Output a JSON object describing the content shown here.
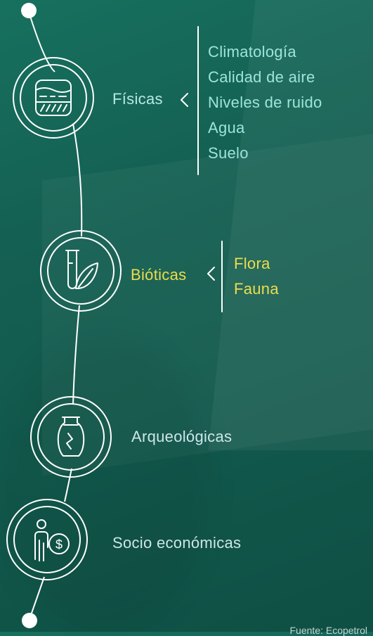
{
  "colors": {
    "line": "#ffffff",
    "label_default": "#b7e9e4",
    "sublist_default": "#9fe3dc",
    "highlight": "#ecdd4c"
  },
  "categories": [
    {
      "label": "Físicas",
      "icon": "soil-layers-icon",
      "items": [
        "Climatología",
        "Calidad de aire",
        "Niveles de ruido",
        "Agua",
        "Suelo"
      ]
    },
    {
      "label": "Bióticas",
      "icon": "test-tube-leaf-icon",
      "items": [
        "Flora",
        "Fauna"
      ]
    },
    {
      "label": "Arqueológicas",
      "icon": "broken-vase-icon",
      "items": []
    },
    {
      "label": "Socio económicas",
      "icon": "person-coin-icon",
      "items": []
    }
  ],
  "footer": {
    "credit": "Fuente: Ecopetrol"
  }
}
